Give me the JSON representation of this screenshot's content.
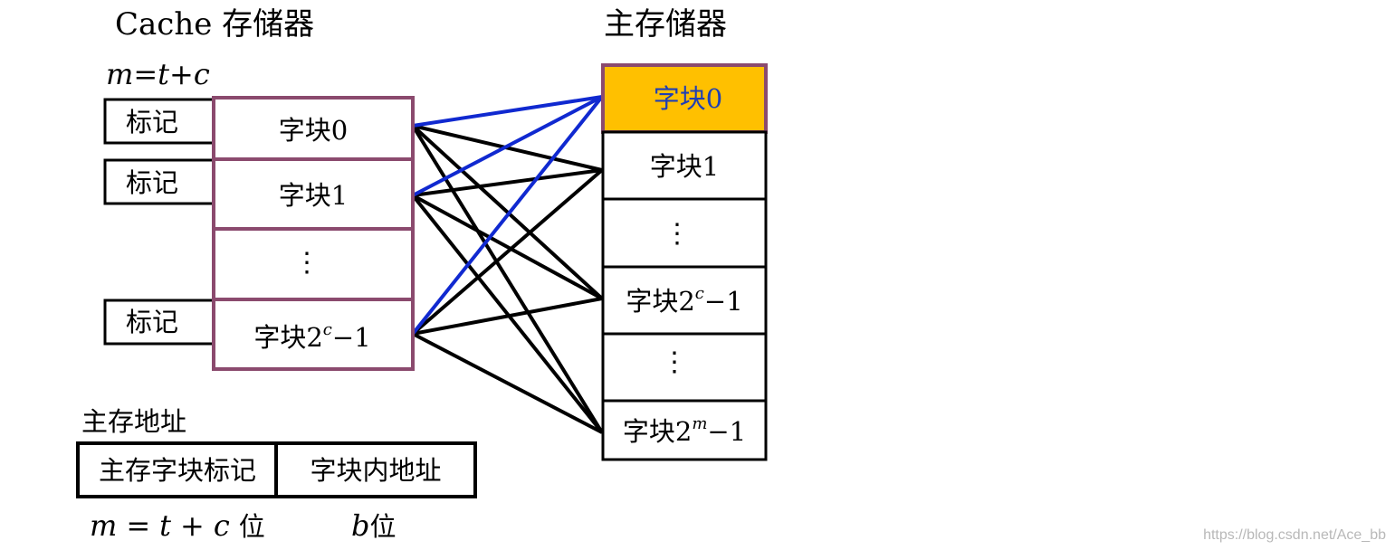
{
  "cache": {
    "title": "Cache 存储器",
    "formula": {
      "m": "m",
      "eq": "=",
      "t": "t",
      "plus": "+",
      "c": "c"
    },
    "tags": [
      "标记",
      "标记",
      "标记"
    ],
    "blocks": [
      {
        "main": "字块0",
        "sup": "",
        "tail": ""
      },
      {
        "main": "字块1",
        "sup": "",
        "tail": ""
      },
      {
        "main": "⋮",
        "sup": "",
        "tail": ""
      },
      {
        "main": "字块2",
        "sup": "c",
        "tail": "−1"
      }
    ]
  },
  "memory": {
    "title": "主存储器",
    "blocks": [
      {
        "main": "字块0",
        "sup": "",
        "tail": ""
      },
      {
        "main": "字块1",
        "sup": "",
        "tail": ""
      },
      {
        "main": "⋮",
        "sup": "",
        "tail": ""
      },
      {
        "main": "字块2",
        "sup": "c",
        "tail": "−1"
      },
      {
        "main": "⋮",
        "sup": "",
        "tail": ""
      },
      {
        "main": "字块2",
        "sup": "m",
        "tail": "−1"
      }
    ]
  },
  "address": {
    "title": "主存地址",
    "fields": [
      "主存字块标记",
      "字块内地址"
    ],
    "bits": {
      "left": {
        "m": "m",
        "eq": "=",
        "t": "t",
        "plus": "+",
        "c": "c",
        "unit": "位"
      },
      "right": {
        "b": "b",
        "unit": "位"
      }
    }
  },
  "watermark": "https://blog.csdn.net/Ace_bb",
  "colors": {
    "cache_border": "#8b4a6e",
    "memory_border": "#000000",
    "highlight_fill": "#ffc000",
    "highlight_text": "#1f3fb4",
    "blue_line": "#1029d0",
    "black_line": "#000000"
  }
}
